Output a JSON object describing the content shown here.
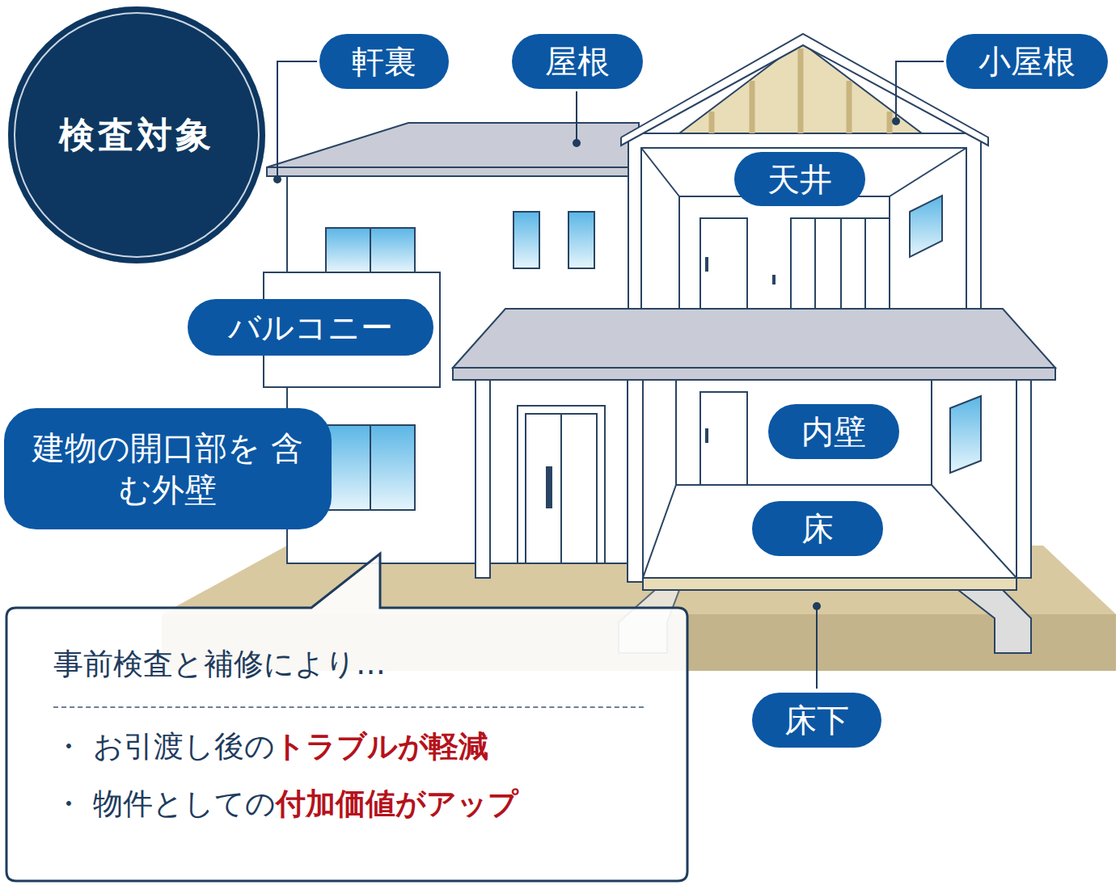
{
  "diagram": {
    "nodes": [
      {
        "text": [
          "検査対象"
        ]
      },
      {
        "text": [
          "軒裏"
        ]
      },
      {
        "text": [
          "屋根"
        ]
      },
      {
        "text": [
          "小屋根"
        ]
      },
      {
        "text": [
          "天井"
        ]
      },
      {
        "text": [
          "バルコニー"
        ]
      },
      {
        "text": [
          "建物の開口部を 含む外壁"
        ]
      },
      {
        "text": [
          "内壁"
        ]
      },
      {
        "text": [
          "床"
        ]
      },
      {
        "text": [
          "事前検査と補修により…",
          "・",
          "お引渡し後の",
          "トラブルが軽減",
          "・",
          "物件としての",
          "付加価値がアップ"
        ]
      },
      {
        "text": [
          "床下"
        ]
      }
    ]
  }
}
